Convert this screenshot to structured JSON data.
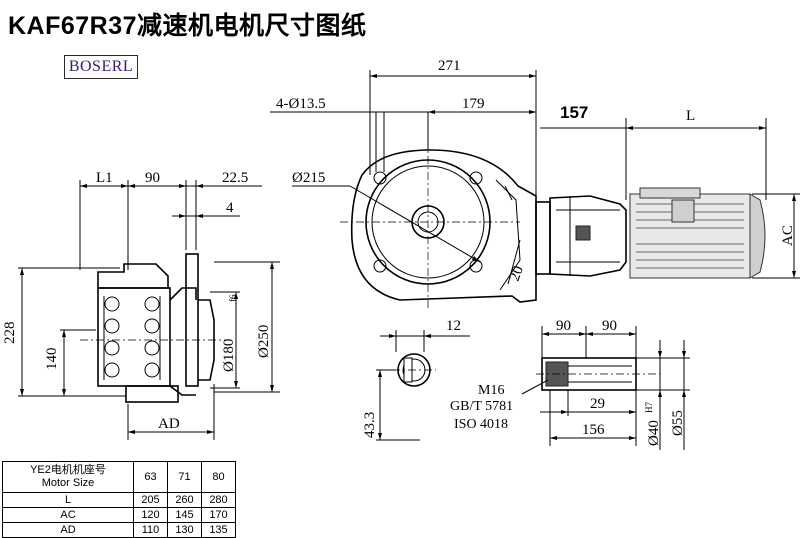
{
  "title": "KAF67R37减速机电机尺寸图纸",
  "logo": "BOSERL",
  "dims": {
    "d271": "271",
    "d179": "179",
    "d157": "157",
    "L": "L",
    "AC": "AC",
    "holes": "4-Ø13.5",
    "d215": "Ø215",
    "d20": "20",
    "L1": "L1",
    "d90a": "90",
    "d22_5": "22.5",
    "d4": "4",
    "d228": "228",
    "d140": "140",
    "d180": "Ø180",
    "d180tol": "f6",
    "d250": "Ø250",
    "AD": "AD",
    "d12": "12",
    "d43_3": "43.3",
    "d90b": "90",
    "d90c": "90",
    "m16": "M16",
    "gbt": "GB/T 5781",
    "iso": "ISO 4018",
    "d29": "29",
    "d156": "156",
    "d40": "Ø40",
    "d40tol": "H7",
    "d55": "Ø55"
  },
  "table": {
    "header": [
      "YE2电机机座号",
      "Motor Size"
    ],
    "sizes": [
      "63",
      "71",
      "80"
    ],
    "rows": [
      {
        "label": "L",
        "values": [
          "205",
          "260",
          "280"
        ]
      },
      {
        "label": "AC",
        "values": [
          "120",
          "145",
          "170"
        ]
      },
      {
        "label": "AD",
        "values": [
          "110",
          "130",
          "135"
        ]
      }
    ]
  }
}
